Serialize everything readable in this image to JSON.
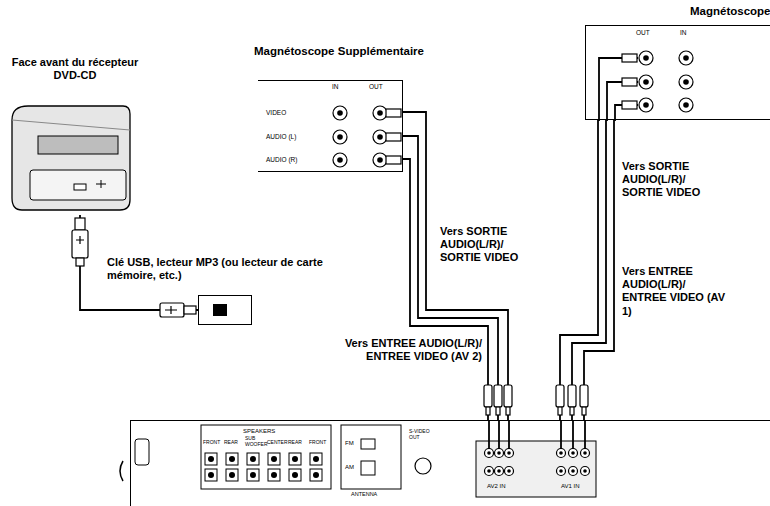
{
  "diagram": {
    "nodes": [
      {
        "text": [
          "Face avant du récepteur DVD-CD"
        ]
      },
      {
        "text": [
          "Clé USB, lecteur MP3 (ou lecteur de carte mémoire, etc.)"
        ]
      },
      {
        "text": [
          "Magnétoscope Supplémentaire",
          "IN",
          "OUT",
          "VIDEO",
          "AUDIO (L)",
          "AUDIO (R)"
        ]
      },
      {
        "text": [
          "Magnétoscope",
          "OUT",
          "IN"
        ]
      },
      {
        "text": [
          "SPEAKERS",
          "FRONT",
          "REAR",
          "SUB WOOFER",
          "CENTER",
          "REAR",
          "FRONT",
          "FM",
          "AM",
          "ANTENNA",
          "S-VIDEO OUT",
          "AV2 IN",
          "AV1 IN"
        ]
      }
    ],
    "edges": [
      {
        "from": 2,
        "to": 4,
        "arrow": "none"
      },
      {
        "from": 3,
        "to": 4,
        "arrow": "none"
      },
      {
        "from": 0,
        "to": 1,
        "arrow": "none"
      }
    ],
    "labels": [
      "Vers SORTIE AUDIO(L/R)/ SORTIE VIDEO",
      "Vers ENTREE AUDIO(L/R)/ ENTREE VIDEO (AV 2)",
      "Vers SORTIE AUDIO(L/R)/ SORTIE VIDEO",
      "Vers ENTREE AUDIO(L/R)/ ENTREE VIDEO (AV 1)"
    ]
  }
}
